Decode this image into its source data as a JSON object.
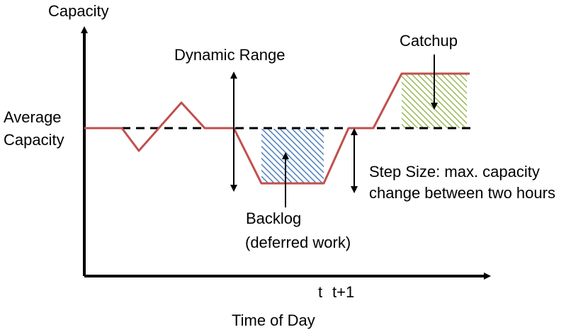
{
  "labels": {
    "y_axis": "Capacity",
    "x_axis": "Time of Day",
    "average_line": [
      "Average",
      "Capacity"
    ],
    "dynamic_range": "Dynamic Range",
    "catchup": "Catchup",
    "backlog": [
      "Backlog",
      "(deferred work)"
    ],
    "step_size": [
      "Step Size: max. capacity",
      "change between two hours"
    ],
    "tick_t": "t",
    "tick_t1": "t+1"
  },
  "colors": {
    "capacity_line": "#c0504d",
    "average_line": "#000000",
    "axis": "#000000",
    "backlog_hatch": "#4f81bd",
    "catchup_hatch": "#9bbb59"
  }
}
